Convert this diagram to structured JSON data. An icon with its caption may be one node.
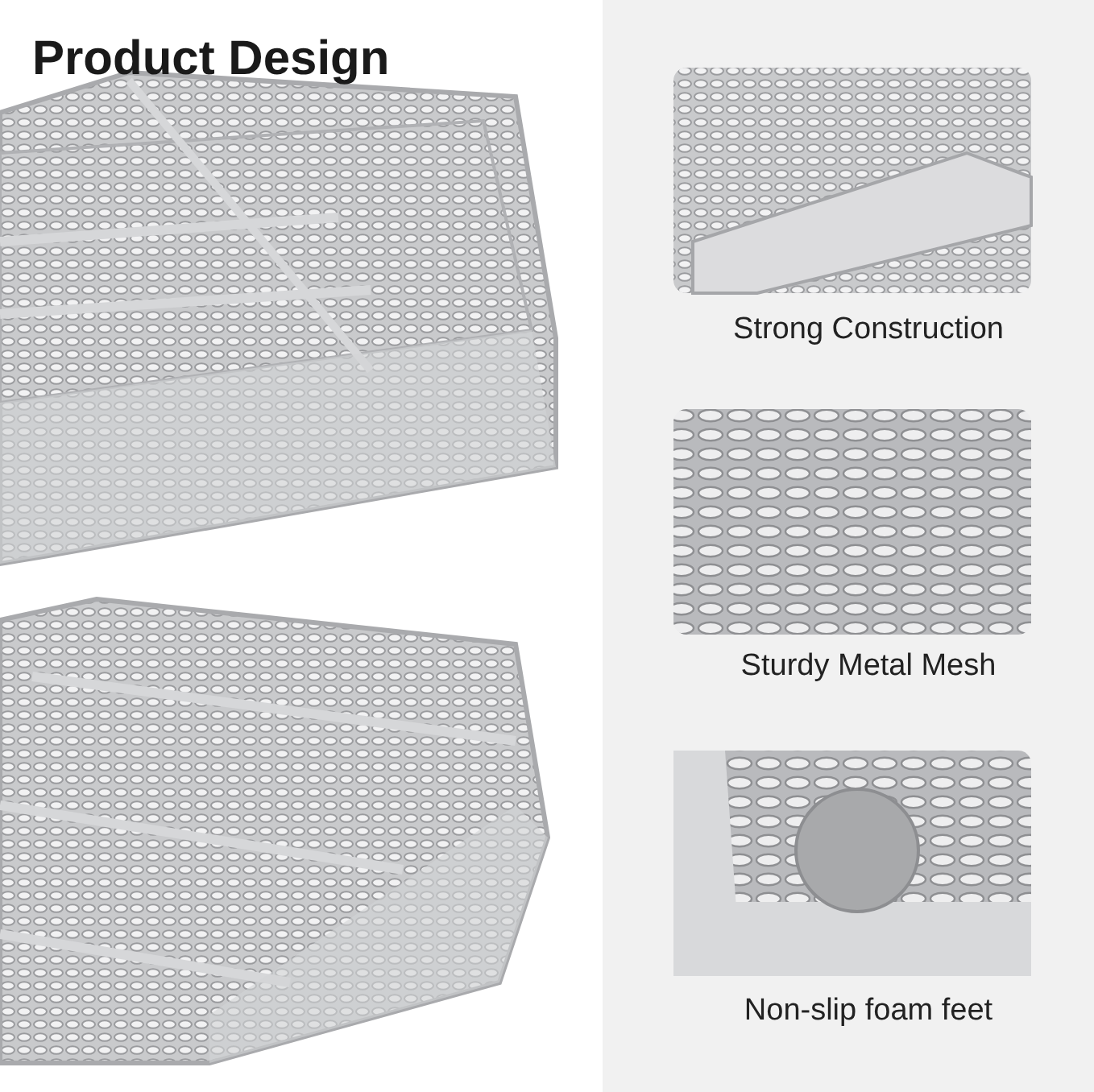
{
  "diagram": {
    "title": "Product Design",
    "labels": [
      "Strong Construction",
      "Sturdy Metal Mesh",
      "Non-slip foam feet"
    ]
  }
}
